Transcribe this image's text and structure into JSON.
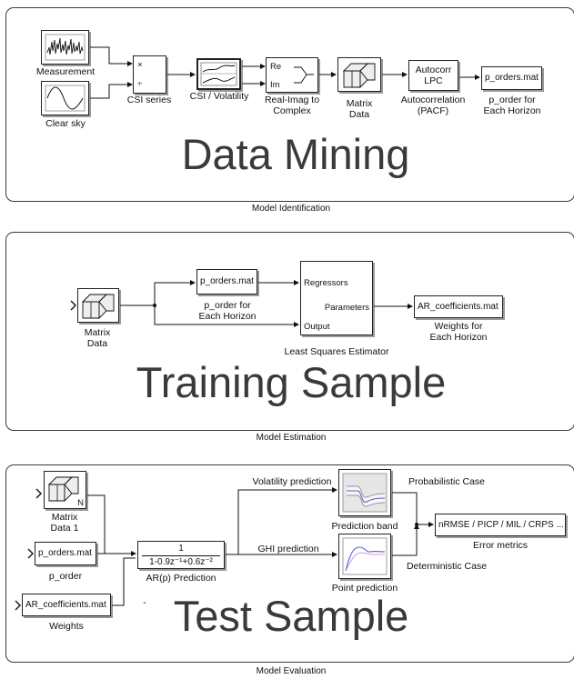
{
  "panel1": {
    "title": "Data Mining",
    "caption": "Model Identification",
    "measurement_label": "Measurement",
    "clearsky_label": "Clear sky",
    "product_times": "×",
    "product_divide": "÷",
    "csi_series_label": "CSI series",
    "csi_vol_label": "CSI / Volatility",
    "re_label": "Re",
    "im_label": "Im",
    "realimag_label": "Real-Imag to\nComplex",
    "matrix_label": "Matrix\nData",
    "autocorr_line1": "Autocorr",
    "autocorr_line2": "LPC",
    "autocorr_label": "Autocorrelation\n(PACF)",
    "porders_text": "p_orders.mat",
    "porders_label": "p_order for\nEach Horizon"
  },
  "panel2": {
    "title": "Training Sample",
    "caption": "Model Estimation",
    "matrix_label": "Matrix\nData",
    "porders_text": "p_orders.mat",
    "porders_label": "p_order for\nEach Horizon",
    "regressors_label": "Regressors",
    "parameters_label": "Parameters",
    "output_label": "Output",
    "lse_label": "Least Squares Estimator",
    "arcoef_text": "AR_coefficients.mat",
    "arcoef_label": "Weights for\nEach Horizon"
  },
  "panel3": {
    "title": "Test Sample",
    "caption": "Model Evaluation",
    "matrix_label": "Matrix\nData 1",
    "matrix_port": "N",
    "porders_text": "p_orders.mat",
    "porders_label": "p_order",
    "arcoef_text": "AR_coefficients.mat",
    "weights_label": "Weights",
    "tf_num": "1",
    "tf_den": "1-0.9z⁻¹+0.6z⁻²",
    "arp_label": "AR(p) Prediction",
    "vol_pred_label": "Volatility prediction",
    "ghi_pred_label": "GHI prediction",
    "band_label": "Prediction band",
    "point_label": "Point prediction",
    "prob_label": "Probabilistic Case",
    "det_label": "Deterministic Case",
    "metrics_text": "nRMSE / PICP / MIL / CRPS ...",
    "metrics_label": "Error metrics",
    "dot": "-"
  }
}
